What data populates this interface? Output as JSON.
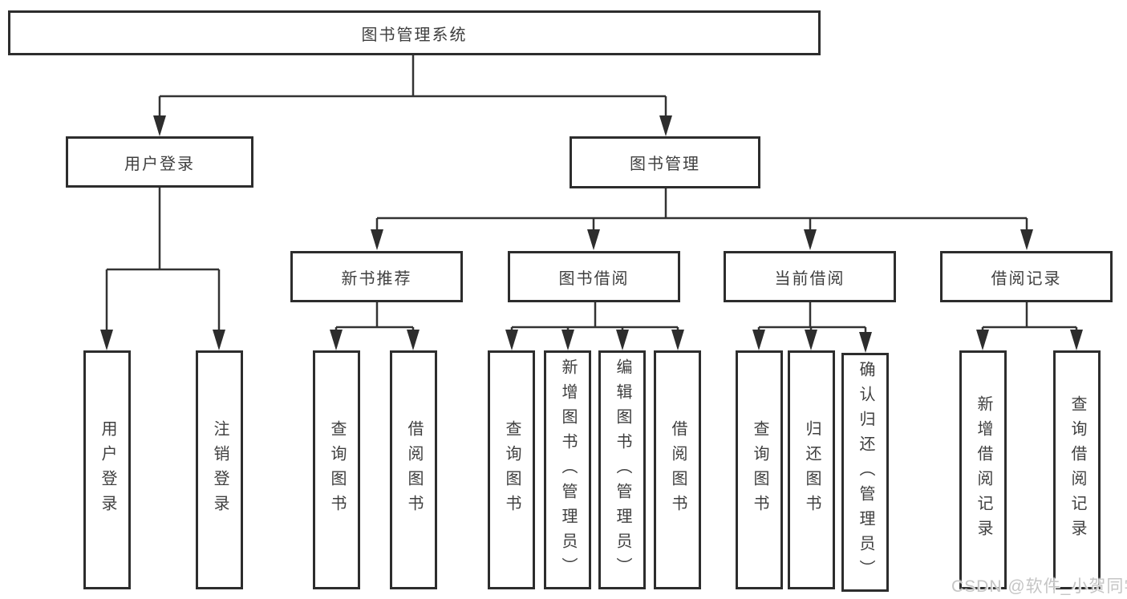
{
  "diagram": {
    "root": {
      "label": "图书管理系统"
    },
    "level2": [
      {
        "label": "用户登录"
      },
      {
        "label": "图书管理"
      }
    ],
    "level3": [
      {
        "label": "新书推荐"
      },
      {
        "label": "图书借阅"
      },
      {
        "label": "当前借阅"
      },
      {
        "label": "借阅记录"
      }
    ],
    "leaves": [
      {
        "label": "用户登录"
      },
      {
        "label": "注销登录"
      },
      {
        "label": "查询图书"
      },
      {
        "label": "借阅图书"
      },
      {
        "label": "查询图书"
      },
      {
        "label": "新增图书（管理员）"
      },
      {
        "label": "编辑图书（管理员）"
      },
      {
        "label": "借阅图书"
      },
      {
        "label": "查询图书"
      },
      {
        "label": "归还图书"
      },
      {
        "label": "确认归还（管理员）"
      },
      {
        "label": "新增借阅记录"
      },
      {
        "label": "查询借阅记录"
      }
    ]
  },
  "watermark": {
    "text": "CSDN @软件_小贺同学"
  },
  "colors": {
    "line": "#333333",
    "border": "#2d2d2d",
    "text": "#3f3f3f",
    "background": "#ffffff",
    "watermark": "#c5c5c5"
  }
}
